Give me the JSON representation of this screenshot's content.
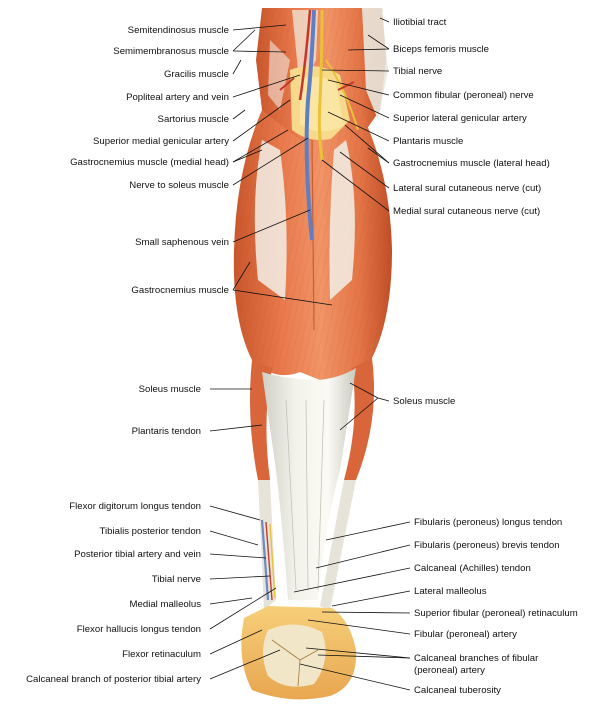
{
  "labels_left": [
    "Semitendinosus muscle",
    "Semimembranosus muscle",
    "Gracilis muscle",
    "Popliteal artery and vein",
    "Sartorius muscle",
    "Superior medial genicular artery",
    "Gastrocnemius muscle (medial head)",
    "Nerve to soleus muscle",
    "Small saphenous vein",
    "Gastrocnemius muscle",
    "Soleus muscle",
    "Plantaris tendon",
    "Flexor digitorum longus tendon",
    "Tibialis posterior tendon",
    "Posterior tibial artery and vein",
    "Tibial nerve",
    "Medial malleolus",
    "Flexor hallucis longus tendon",
    "Flexor retinaculum",
    "Calcaneal branch of posterior tibial artery"
  ],
  "labels_right": [
    "Iliotibial tract",
    "Biceps femoris muscle",
    "Tibial nerve",
    "Common fibular (peroneal) nerve",
    "Superior lateral genicular artery",
    "Plantaris muscle",
    "Gastrocnemius muscle (lateral head)",
    "Lateral sural cutaneous nerve (cut)",
    "Medial sural cutaneous nerve (cut)",
    "Soleus muscle",
    "Fibularis (peroneus) longus tendon",
    "Fibularis (peroneus) brevis tendon",
    "Calcaneal (Achilles) tendon",
    "Lateral malleolus",
    "Superior fibular (peroneal) retinaculum",
    "Fibular (peroneal) artery",
    "Calcaneal branches of fibular",
    "(peroneal) artery",
    "Calcaneal tuberosity"
  ]
}
